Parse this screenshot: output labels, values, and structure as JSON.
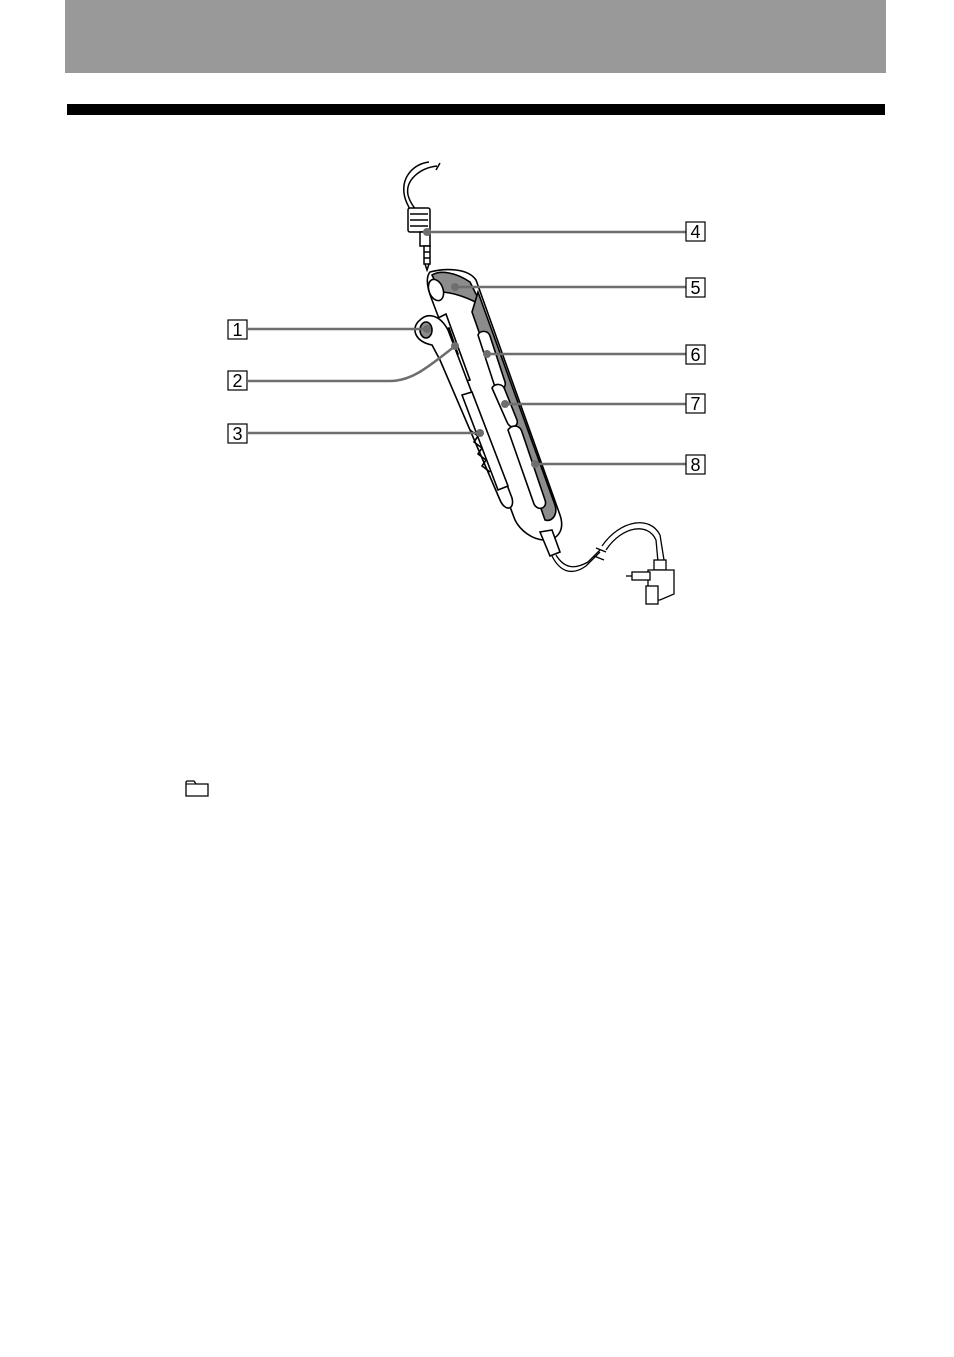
{
  "colors": {
    "header_band": "#999999",
    "rule": "#000000",
    "leader": "#6e6e6e",
    "device_shade": "#8c8c8c"
  },
  "callouts": [
    {
      "number": "1"
    },
    {
      "number": "2"
    },
    {
      "number": "3"
    },
    {
      "number": "4"
    },
    {
      "number": "5"
    },
    {
      "number": "6"
    },
    {
      "number": "7"
    },
    {
      "number": "8"
    }
  ],
  "icons": {
    "folder": "folder-icon"
  }
}
